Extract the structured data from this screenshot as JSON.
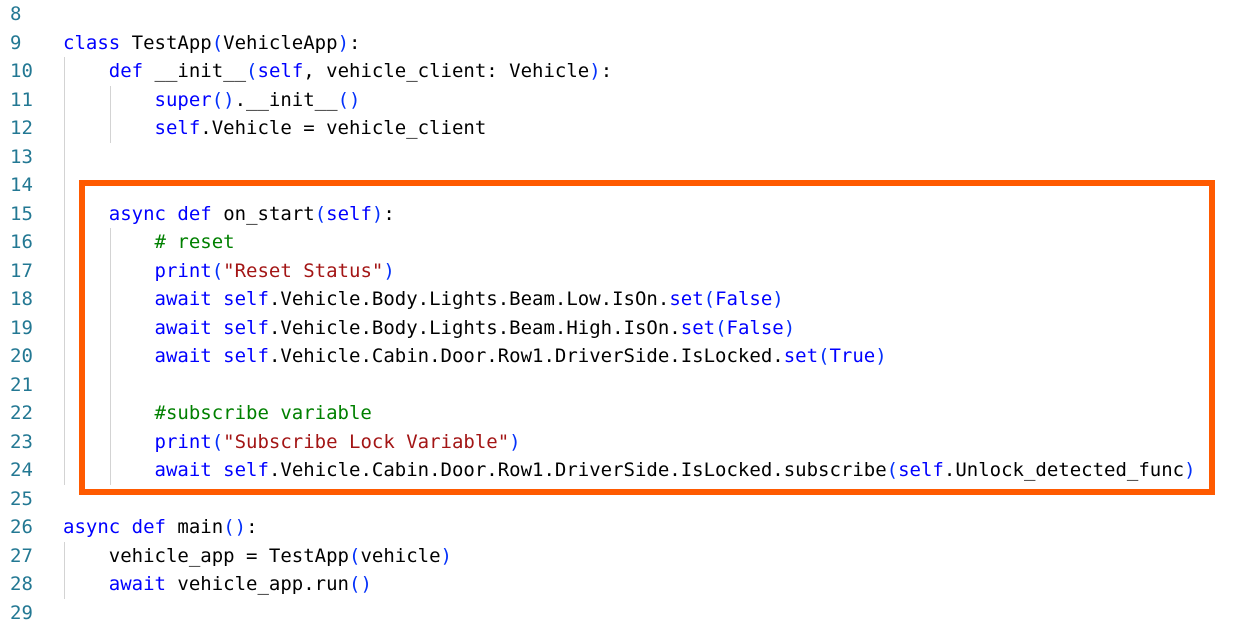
{
  "colors": {
    "line_number": "#237893",
    "keyword": "#0000ff",
    "string": "#a31515",
    "comment": "#008000",
    "highlight_border": "#ff5a00"
  },
  "lines": [
    {
      "n": "8",
      "tokens": []
    },
    {
      "n": "9",
      "tokens": [
        [
          "kw",
          "class"
        ],
        [
          "plain",
          " TestApp"
        ],
        [
          "paren",
          "("
        ],
        [
          "plain",
          "VehicleApp"
        ],
        [
          "paren",
          ")"
        ],
        [
          "plain",
          ":"
        ]
      ]
    },
    {
      "n": "10",
      "tokens": [
        [
          "plain",
          "    "
        ],
        [
          "kw",
          "def"
        ],
        [
          "plain",
          " __init__"
        ],
        [
          "paren",
          "("
        ],
        [
          "kw",
          "self"
        ],
        [
          "plain",
          ", vehicle_client: Vehicle"
        ],
        [
          "paren",
          ")"
        ],
        [
          "plain",
          ":"
        ]
      ]
    },
    {
      "n": "11",
      "tokens": [
        [
          "plain",
          "        "
        ],
        [
          "kw",
          "super"
        ],
        [
          "paren",
          "()"
        ],
        [
          "plain",
          ".__init__"
        ],
        [
          "paren",
          "()"
        ]
      ]
    },
    {
      "n": "12",
      "tokens": [
        [
          "plain",
          "        "
        ],
        [
          "kw",
          "self"
        ],
        [
          "plain",
          ".Vehicle = vehicle_client"
        ]
      ]
    },
    {
      "n": "13",
      "tokens": []
    },
    {
      "n": "14",
      "tokens": []
    },
    {
      "n": "15",
      "tokens": [
        [
          "plain",
          "    "
        ],
        [
          "kw",
          "async"
        ],
        [
          "plain",
          " "
        ],
        [
          "kw",
          "def"
        ],
        [
          "plain",
          " on_start"
        ],
        [
          "paren",
          "("
        ],
        [
          "kw",
          "self"
        ],
        [
          "paren",
          ")"
        ],
        [
          "plain",
          ":"
        ]
      ]
    },
    {
      "n": "16",
      "tokens": [
        [
          "plain",
          "        "
        ],
        [
          "cmt",
          "# reset"
        ]
      ]
    },
    {
      "n": "17",
      "tokens": [
        [
          "plain",
          "        "
        ],
        [
          "kw",
          "print"
        ],
        [
          "paren",
          "("
        ],
        [
          "str",
          "\"Reset Status\""
        ],
        [
          "paren",
          ")"
        ]
      ]
    },
    {
      "n": "18",
      "tokens": [
        [
          "plain",
          "        "
        ],
        [
          "kw",
          "await"
        ],
        [
          "plain",
          " "
        ],
        [
          "kw",
          "self"
        ],
        [
          "plain",
          ".Vehicle.Body.Lights.Beam.Low.IsOn."
        ],
        [
          "kw",
          "set"
        ],
        [
          "paren",
          "("
        ],
        [
          "kw",
          "False"
        ],
        [
          "paren",
          ")"
        ]
      ]
    },
    {
      "n": "19",
      "tokens": [
        [
          "plain",
          "        "
        ],
        [
          "kw",
          "await"
        ],
        [
          "plain",
          " "
        ],
        [
          "kw",
          "self"
        ],
        [
          "plain",
          ".Vehicle.Body.Lights.Beam.High.IsOn."
        ],
        [
          "kw",
          "set"
        ],
        [
          "paren",
          "("
        ],
        [
          "kw",
          "False"
        ],
        [
          "paren",
          ")"
        ]
      ]
    },
    {
      "n": "20",
      "tokens": [
        [
          "plain",
          "        "
        ],
        [
          "kw",
          "await"
        ],
        [
          "plain",
          " "
        ],
        [
          "kw",
          "self"
        ],
        [
          "plain",
          ".Vehicle.Cabin.Door.Row1.DriverSide.IsLocked."
        ],
        [
          "kw",
          "set"
        ],
        [
          "paren",
          "("
        ],
        [
          "kw",
          "True"
        ],
        [
          "paren",
          ")"
        ]
      ]
    },
    {
      "n": "21",
      "tokens": []
    },
    {
      "n": "22",
      "tokens": [
        [
          "plain",
          "        "
        ],
        [
          "cmt",
          "#subscribe variable"
        ]
      ]
    },
    {
      "n": "23",
      "tokens": [
        [
          "plain",
          "        "
        ],
        [
          "kw",
          "print"
        ],
        [
          "paren",
          "("
        ],
        [
          "str",
          "\"Subscribe Lock Variable\""
        ],
        [
          "paren",
          ")"
        ]
      ]
    },
    {
      "n": "24",
      "tokens": [
        [
          "plain",
          "        "
        ],
        [
          "kw",
          "await"
        ],
        [
          "plain",
          " "
        ],
        [
          "kw",
          "self"
        ],
        [
          "plain",
          ".Vehicle.Cabin.Door.Row1.DriverSide.IsLocked.subscribe"
        ],
        [
          "paren",
          "("
        ],
        [
          "kw",
          "self"
        ],
        [
          "plain",
          ".Unlock_detected_func"
        ],
        [
          "paren",
          ")"
        ]
      ]
    },
    {
      "n": "25",
      "tokens": []
    },
    {
      "n": "26",
      "tokens": [
        [
          "kw",
          "async"
        ],
        [
          "plain",
          " "
        ],
        [
          "kw",
          "def"
        ],
        [
          "plain",
          " main"
        ],
        [
          "paren",
          "()"
        ],
        [
          "plain",
          ":"
        ]
      ]
    },
    {
      "n": "27",
      "tokens": [
        [
          "plain",
          "    vehicle_app = TestApp"
        ],
        [
          "paren",
          "("
        ],
        [
          "plain",
          "vehicle"
        ],
        [
          "paren",
          ")"
        ]
      ]
    },
    {
      "n": "28",
      "tokens": [
        [
          "plain",
          "    "
        ],
        [
          "kw",
          "await"
        ],
        [
          "plain",
          " vehicle_app.run"
        ],
        [
          "paren",
          "()"
        ]
      ]
    },
    {
      "n": "29",
      "tokens": []
    }
  ]
}
